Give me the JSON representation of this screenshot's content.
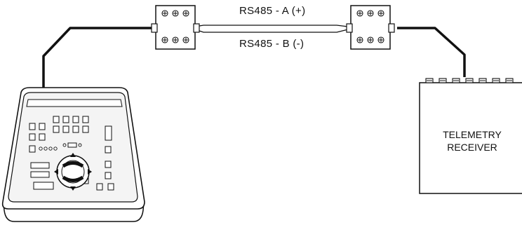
{
  "labels": {
    "line_a": "RS485 - A (+)",
    "line_b": "RS485 - B (-)",
    "receiver_line1": "TELEMETRY",
    "receiver_line2": "RECEIVER"
  },
  "colors": {
    "line": "#111111",
    "fill": "#ffffff",
    "keyboard_panel": "#e8e8e8"
  }
}
